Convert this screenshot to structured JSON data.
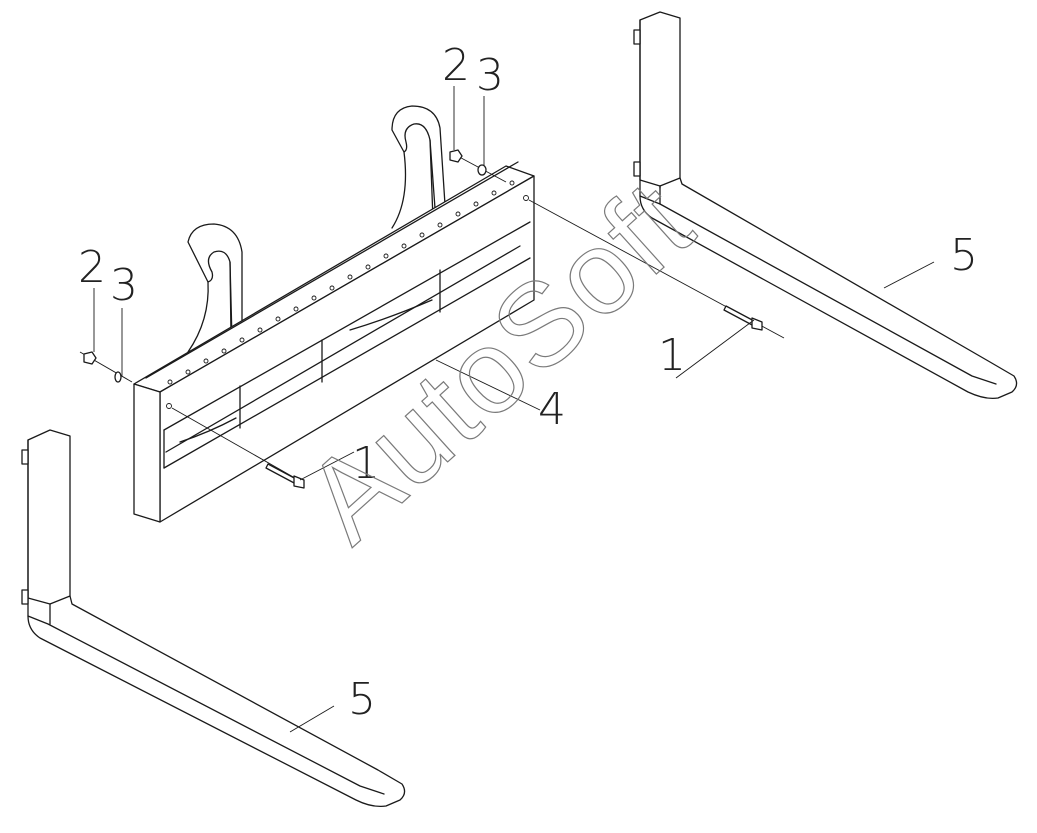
{
  "drawing": {
    "title": "",
    "watermark": "AutoSoft",
    "callouts": {
      "bolt_left": "1",
      "bolt_right": "1",
      "nut_left": "2",
      "washer_left": "3",
      "nut_right": "2",
      "washer_right": "3",
      "frame": "4",
      "fork_left": "5",
      "fork_right": "5"
    }
  },
  "colors": {
    "line": "#1a1a1a",
    "watermark": "#7a7a7a",
    "background": "#ffffff"
  }
}
